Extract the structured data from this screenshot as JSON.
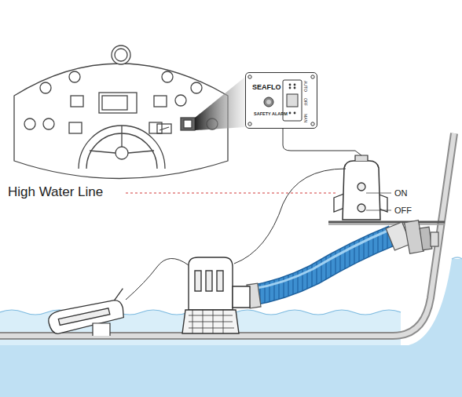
{
  "diagram": {
    "nodes": [
      {
        "text": [
          "SEAFLO",
          "SAFETY ALARM",
          "AUTO",
          "OFF",
          "MAN"
        ]
      }
    ],
    "labels": [
      "High Water Line",
      "ON",
      "OFF"
    ]
  }
}
